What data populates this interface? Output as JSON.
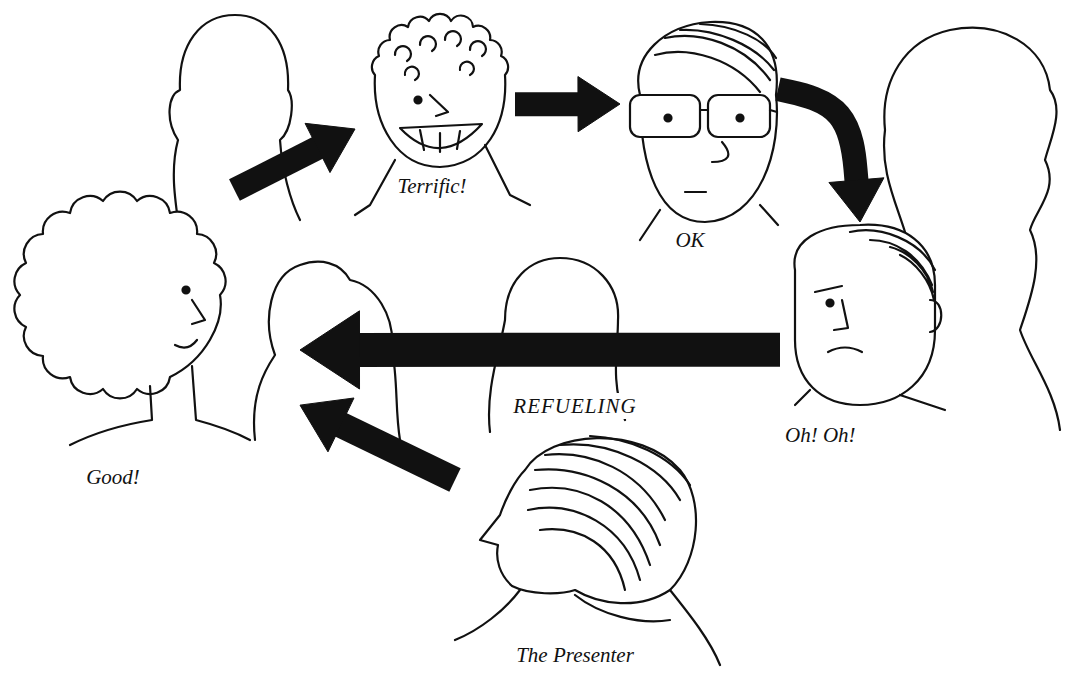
{
  "diagram": {
    "nodes": [
      {
        "text": [
          "Good!"
        ]
      },
      {
        "text": [
          "Terrific!"
        ]
      },
      {
        "text": [
          "OK"
        ]
      },
      {
        "text": [
          "Oh! Oh!"
        ]
      },
      {
        "text": [
          "The Presenter"
        ]
      }
    ],
    "edges": [
      {
        "from": 0,
        "to": 1,
        "arrow": "to"
      },
      {
        "from": 1,
        "to": 2,
        "arrow": "to"
      },
      {
        "from": 2,
        "to": 3,
        "arrow": "to"
      },
      {
        "from": 3,
        "to": 0,
        "label": "REFUELING",
        "arrow": "to"
      },
      {
        "from": 4,
        "to": 0,
        "arrow": "to"
      }
    ]
  }
}
